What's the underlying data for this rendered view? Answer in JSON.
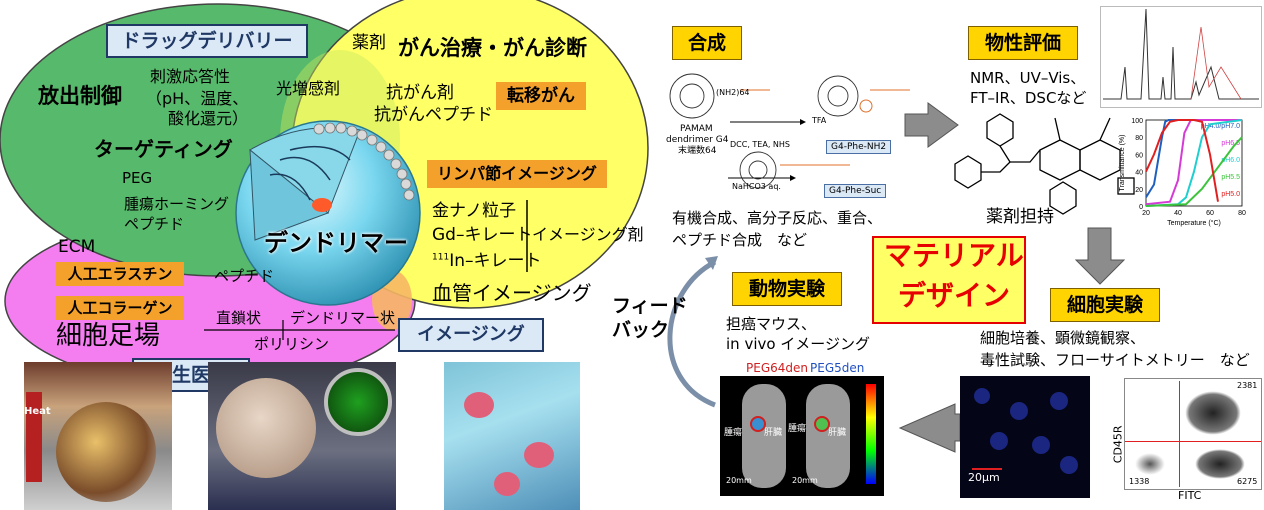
{
  "left": {
    "drug_delivery": "ドラッグデリバリー",
    "drug": "薬剤",
    "cancer_title": "がん治療・がん診断",
    "release_control": "放出制御",
    "stimuli": "刺激応答性",
    "stimuli2": "（pH、温度、",
    "stimuli3": "酸化還元）",
    "photosensitizer": "光増感剤",
    "anticancer": "抗がん剤",
    "anticancer_peptide": "抗がんペプチド",
    "metastasis": "転移がん",
    "targeting": "ターゲティング",
    "peg": "PEG",
    "tumor_homing": "腫瘍ホーミング",
    "peptide_small": "ペプチド",
    "lymph": "リンパ節イメージング",
    "gold": "金ナノ粒子",
    "gd": "Gd–キレート",
    "imaging_agent": "イメージング剤",
    "in_chelate": "In–キレート",
    "in_sup": "111",
    "ecm": "ECM",
    "elastin": "人工エラスチン",
    "collagen": "人工コラーゲン",
    "peptide": "ペプチド",
    "dendrimer": "デンドリマー",
    "vascular": "血管イメージング",
    "scaffold": "細胞足場",
    "linear": "直鎖状",
    "dendrimer_form": "デンドリマー状",
    "polylysine": "ポリリシン",
    "imaging": "イメージング",
    "regen": "再生医療",
    "heat": "Heat"
  },
  "right": {
    "synthesis": "合成",
    "properties": "物性評価",
    "nmr": "NMR、UV–Vis、",
    "ftir": "FT–IR、DSCなど",
    "drug_loading": "薬剤担持",
    "synth_desc1": "有機合成、高分子反応、重合、",
    "synth_desc2": "ペプチド合成　など",
    "material1": "マテリアル",
    "material2": "デザイン",
    "feedback1": "フィード",
    "feedback2": "バック",
    "animal": "動物実験",
    "animal_desc1": "担癌マウス、",
    "animal_desc2": "in vivo イメージング",
    "cell": "細胞実験",
    "cell_desc1": "細胞培養、顕微鏡観察、",
    "cell_desc2": "毒性試験、フローサイトメトリー　など",
    "peg64": "PEG64den",
    "peg5": "PEG5den",
    "tumor": "腫瘍",
    "liver": "肝臓",
    "tumor2": "腫瘍",
    "liver2": "肝臓",
    "scalebar1": "20mm",
    "scalebar2": "20mm",
    "scalebar3": "20μm",
    "cd45r": "CD45R",
    "fitc": "FITC",
    "facs_n1": "2381",
    "facs_n2": "1338",
    "facs_n3": "6275"
  },
  "scheme": {
    "pamam1": "PAMAM",
    "pamam2": "dendrimer G4",
    "pamam3": "末端数64",
    "nh2": "(NH2)64",
    "reagents1": "DCC, TEA, NHS",
    "tfa": "TFA",
    "product1": "G4-Phe-NH2",
    "reagent2": "NaHCO3 aq.",
    "product2": "G4-Phe-Suc"
  },
  "chart_data": {
    "type": "line",
    "xlabel": "Temperature (°C)",
    "ylabel": "Transmittance (%)",
    "xlim": [
      20,
      80
    ],
    "ylim": [
      0,
      100
    ],
    "xticks": [
      "20",
      "40",
      "60",
      "80"
    ],
    "yticks": [
      "0",
      "20",
      "40",
      "60",
      "80",
      "100"
    ],
    "series": [
      {
        "name": "pH4.0/pH7.0",
        "color": "#1f5fbf",
        "x": [
          20,
          25,
          30,
          32,
          34,
          36,
          80
        ],
        "y": [
          10,
          25,
          80,
          98,
          100,
          100,
          100
        ]
      },
      {
        "name": "pH6.5",
        "color": "#d63ad6",
        "x": [
          20,
          35,
          40,
          44,
          48,
          80
        ],
        "y": [
          2,
          5,
          30,
          85,
          100,
          100
        ]
      },
      {
        "name": "pH6.0",
        "color": "#1ecfcf",
        "x": [
          20,
          40,
          45,
          50,
          55,
          60,
          80
        ],
        "y": [
          0,
          2,
          10,
          40,
          80,
          95,
          100
        ]
      },
      {
        "name": "pH5.5",
        "color": "#3cc43c",
        "x": [
          20,
          45,
          55,
          65,
          75,
          80
        ],
        "y": [
          0,
          2,
          20,
          45,
          70,
          80
        ]
      },
      {
        "name": "pH5.0",
        "color": "#e02020",
        "x": [
          20,
          25,
          30,
          35,
          40,
          45,
          50,
          55,
          60,
          65
        ],
        "y": [
          40,
          60,
          85,
          98,
          100,
          100,
          100,
          98,
          60,
          5
        ]
      }
    ]
  },
  "colors": {
    "green_ellipse": "#57b96b",
    "yellow_ellipse": "#ffff66",
    "pink_ellipse": "#f47ef0",
    "orange": "#f4a12b",
    "yellow_box": "#ffd400",
    "material_red": "#e60000",
    "arrow_gray": "#8c8c8c"
  }
}
